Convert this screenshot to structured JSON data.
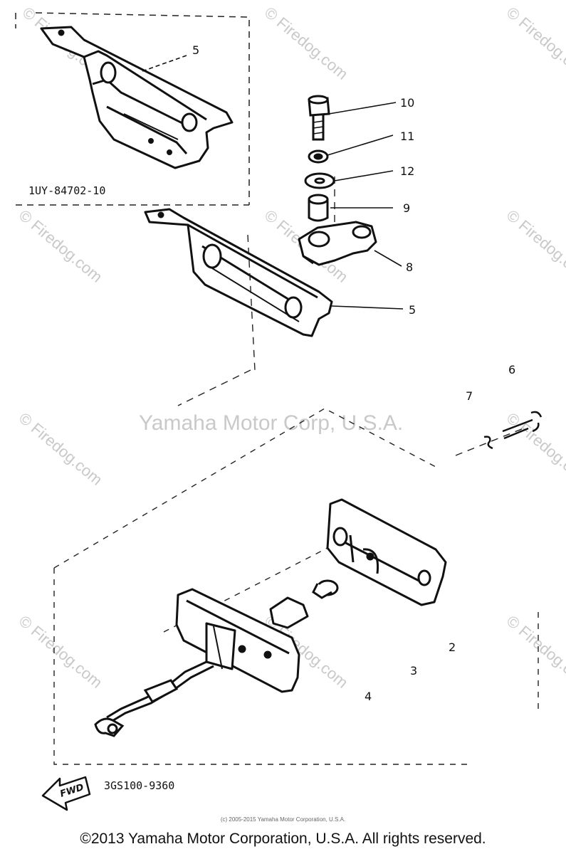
{
  "callouts": {
    "c5_top": "5",
    "c10": "10",
    "c11": "11",
    "c12": "12",
    "c9": "9",
    "c8": "8",
    "c5_mid": "5",
    "c6": "6",
    "c7": "7",
    "c2": "2",
    "c3": "3",
    "c4": "4"
  },
  "part_numbers": {
    "bracket_variant": "1UY-84702-10",
    "lamp_assembly": "3GS100-9360"
  },
  "fwd_label": "FWD",
  "watermarks": {
    "center_text": "Yamaha Motor Corp, U.S.A.",
    "site": "© Firedog.com"
  },
  "copyright_small": "(c) 2005-2015 Yamaha Motor Corporation, U.S.A.",
  "copyright_main": "©2013 Yamaha Motor Corporation, U.S.A. All rights reserved."
}
